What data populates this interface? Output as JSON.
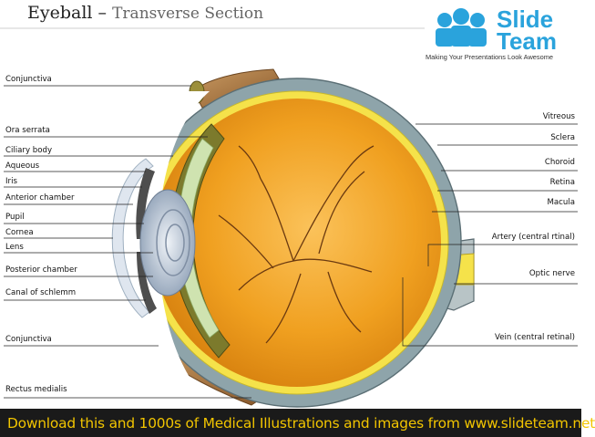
{
  "title": {
    "main": "Eyeball",
    "dash": " – ",
    "sub": "Transverse Section"
  },
  "logo": {
    "line1": "Slide",
    "line2": "Team",
    "tagline": "Making Your Presentations Look Awesome"
  },
  "labels_left": [
    "Conjunctiva",
    "Ora serrata",
    "Ciliary body",
    "Aqueous",
    "Iris",
    "Anterior chamber",
    "Pupil",
    "Cornea",
    "Lens",
    "Posterior chamber",
    "Canal of schlemm",
    "Conjunctiva",
    "Rectus medialis"
  ],
  "labels_right": [
    "Vitreous",
    "Sclera",
    "Choroid",
    "Retina",
    "Macula",
    "Artery (central rtinal)",
    "Optic nerve",
    "Vein (central retinal)"
  ],
  "footer": "Download this and 1000s of Medical Illustrations and images from www.slideteam.net",
  "colors": {
    "footer_bg": "#1a1a1a",
    "footer_text": "#f2c500",
    "logo_blue": "#2aa3dc",
    "sclera": "#8aa0a6",
    "retina": "#f5e24a",
    "vitreous": "#f0a21e",
    "ciliary": "#7d7a2a",
    "lens": "#a8b7c8"
  }
}
